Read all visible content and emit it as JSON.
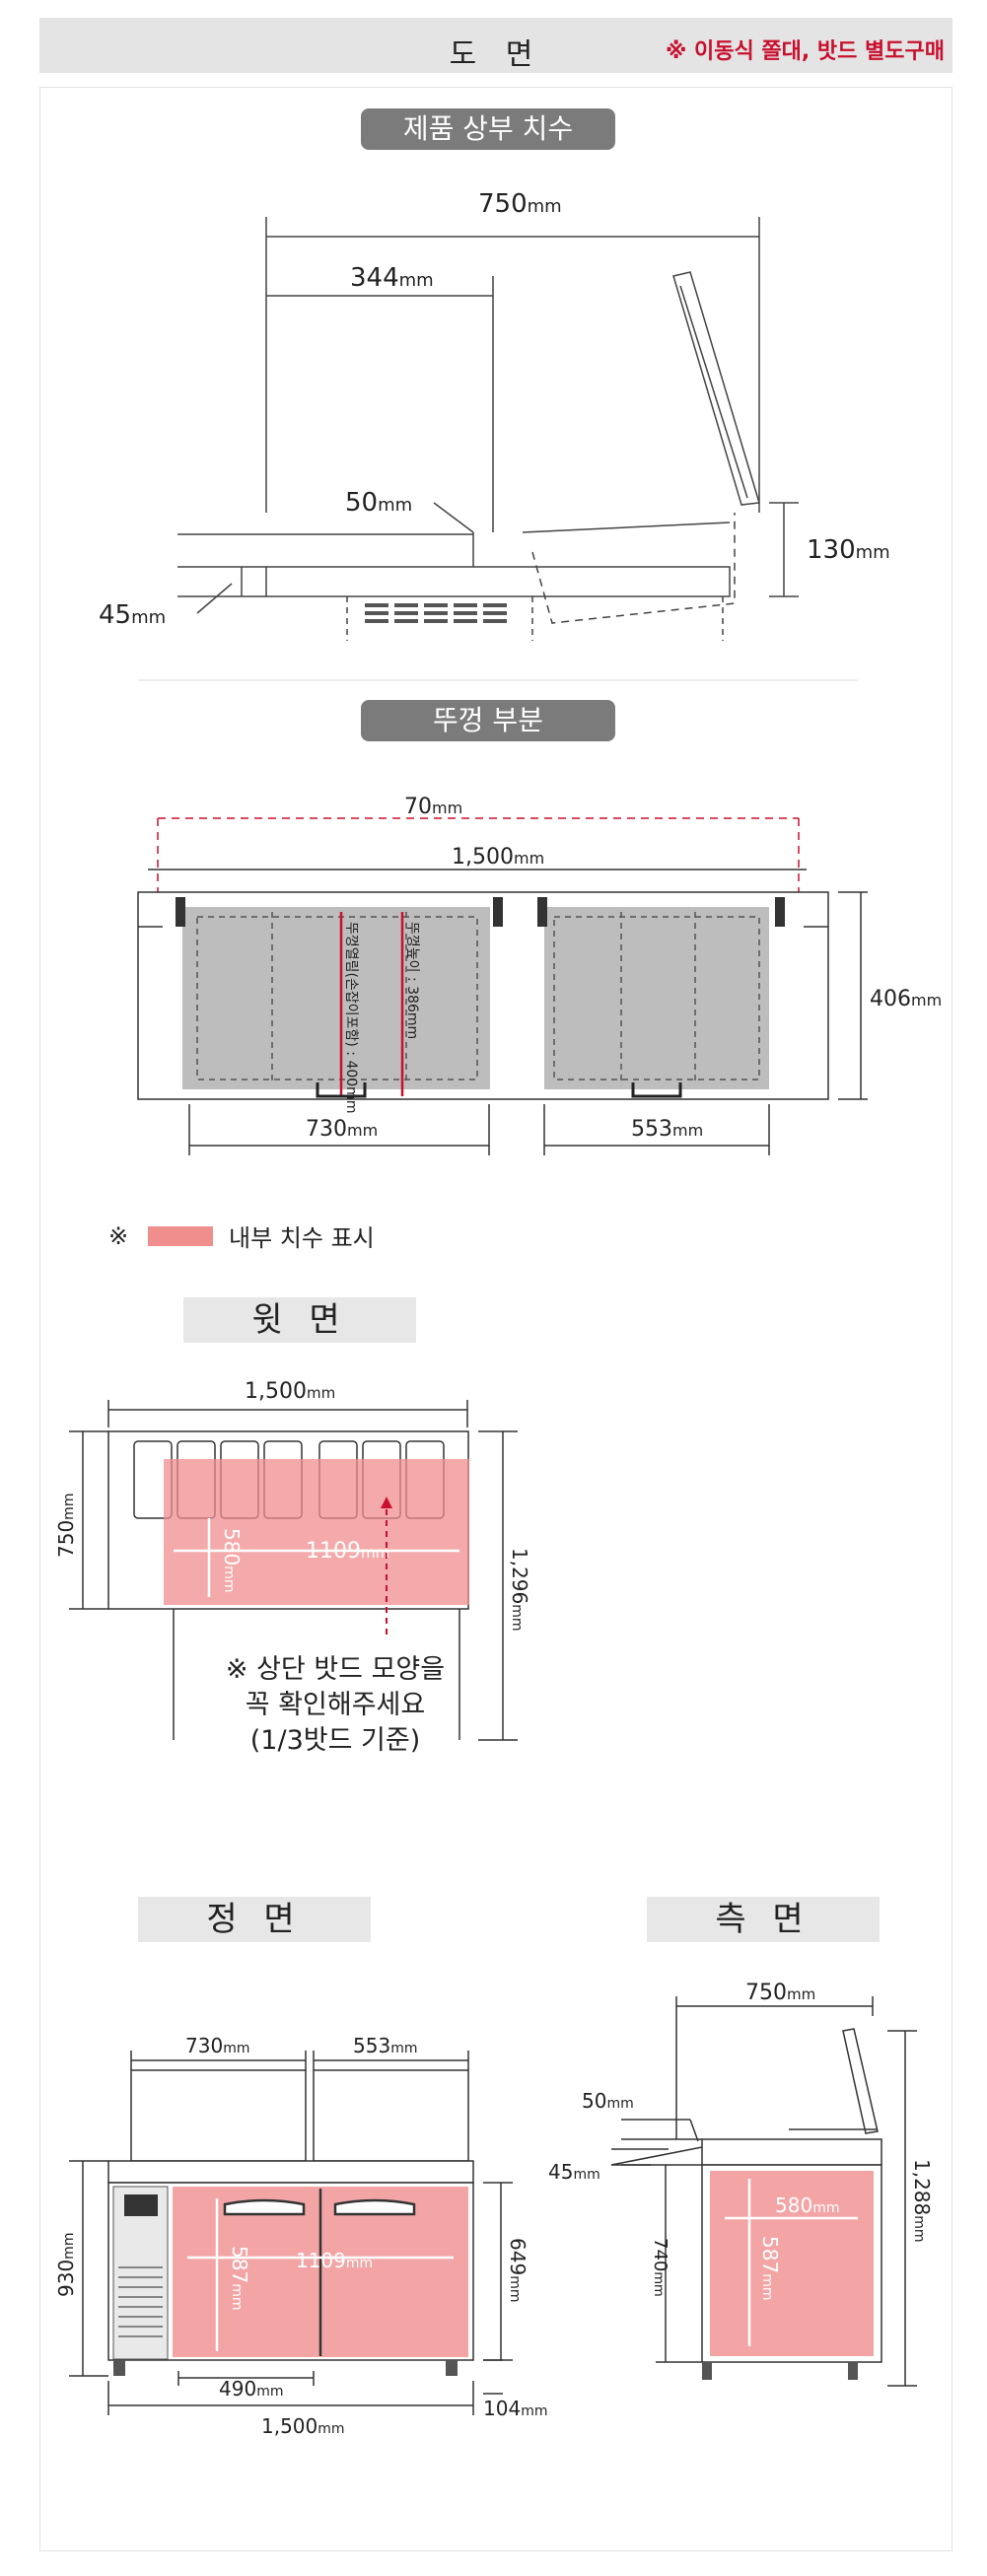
{
  "header": {
    "title": "도 면",
    "note": "※ 이동식 쫄대, 밧드 별도구매"
  },
  "sections": {
    "top_dims": "제품 상부 치수",
    "lid": "뚜껑 부분",
    "top_view": "윗 면",
    "front_view": "정 면",
    "side_view": "측 면"
  },
  "top_dims_diagram": {
    "d750": "750",
    "d344": "344",
    "d50": "50",
    "d130": "130",
    "d45": "45",
    "unit": "mm"
  },
  "lid_diagram": {
    "d70": "70",
    "d1500": "1,500",
    "d406": "406",
    "d730": "730",
    "d553": "553",
    "unit": "mm",
    "vertical_note_1": "뚜껑열림(손잡이포함) : 400mm",
    "vertical_note_2": "뚜껑높이 : 386mm"
  },
  "legend": {
    "symbol": "※",
    "text": "내부 치수 표시"
  },
  "top_view_diagram": {
    "d1500": "1,500",
    "d750": "750",
    "d1109": "1109",
    "d580": "580",
    "d1296": "1,296",
    "unit": "mm",
    "note_line1": "※ 상단 밧드 모양을",
    "note_line2": "꼭 확인해주세요",
    "note_line3": "(1/3밧드 기준)"
  },
  "front_view_diagram": {
    "d730": "730",
    "d553": "553",
    "d930": "930",
    "d587": "587",
    "d1109": "1109",
    "d649": "649",
    "d490": "490",
    "d104": "104",
    "d1500": "1,500",
    "unit": "mm"
  },
  "side_view_diagram": {
    "d750": "750",
    "d50": "50",
    "d45": "45",
    "d740": "740",
    "d580": "580",
    "d587": "587",
    "d1288": "1,288",
    "unit": "mm"
  },
  "colors": {
    "accent_red": "#c8102e",
    "inner_pink": "#f08e8e",
    "pill_grey": "#7b7b7b",
    "label_grey": "#e7e7e7",
    "panel_grey": "#bdbdbd"
  }
}
